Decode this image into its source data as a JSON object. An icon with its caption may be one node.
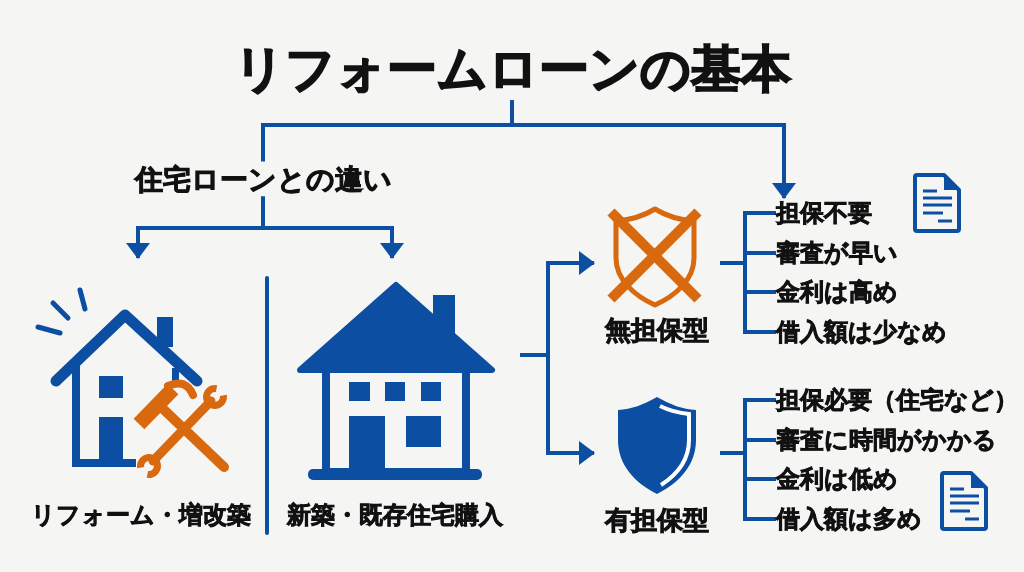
{
  "diagram": {
    "nodes": [
      {
        "text": [
          "リフォームローンの基本"
        ]
      },
      {
        "text": [
          "住宅ローンとの違い"
        ]
      },
      {
        "text": [
          "リフォーム・増改築"
        ]
      },
      {
        "text": [
          "新築・既存住宅購入"
        ]
      },
      {
        "text": [
          "無担保型"
        ]
      },
      {
        "text": [
          "担保不要"
        ]
      },
      {
        "text": [
          "審査が早い"
        ]
      },
      {
        "text": [
          "金利は高め"
        ]
      },
      {
        "text": [
          "借入額は少なめ"
        ]
      },
      {
        "text": [
          "有担保型"
        ]
      },
      {
        "text": [
          "担保必要（住宅など）"
        ]
      },
      {
        "text": [
          "審査に時間がかかる"
        ]
      },
      {
        "text": [
          "金利は低め"
        ]
      },
      {
        "text": [
          "借入額は多め"
        ]
      }
    ],
    "edges": [
      {
        "from": 0,
        "to": 1,
        "arrow": "none"
      },
      {
        "from": 0,
        "to": 5,
        "arrow": "to"
      },
      {
        "from": 1,
        "to": 2,
        "arrow": "to"
      },
      {
        "from": 1,
        "to": 3,
        "arrow": "to"
      },
      {
        "from": 3,
        "to": 4,
        "arrow": "to"
      },
      {
        "from": 3,
        "to": 9,
        "arrow": "to"
      },
      {
        "from": 4,
        "to": 5,
        "arrow": "none"
      },
      {
        "from": 4,
        "to": 6,
        "arrow": "none"
      },
      {
        "from": 4,
        "to": 7,
        "arrow": "none"
      },
      {
        "from": 4,
        "to": 8,
        "arrow": "none"
      },
      {
        "from": 9,
        "to": 10,
        "arrow": "none"
      },
      {
        "from": 9,
        "to": 11,
        "arrow": "none"
      },
      {
        "from": 9,
        "to": 12,
        "arrow": "none"
      },
      {
        "from": 9,
        "to": 13,
        "arrow": "none"
      }
    ]
  }
}
